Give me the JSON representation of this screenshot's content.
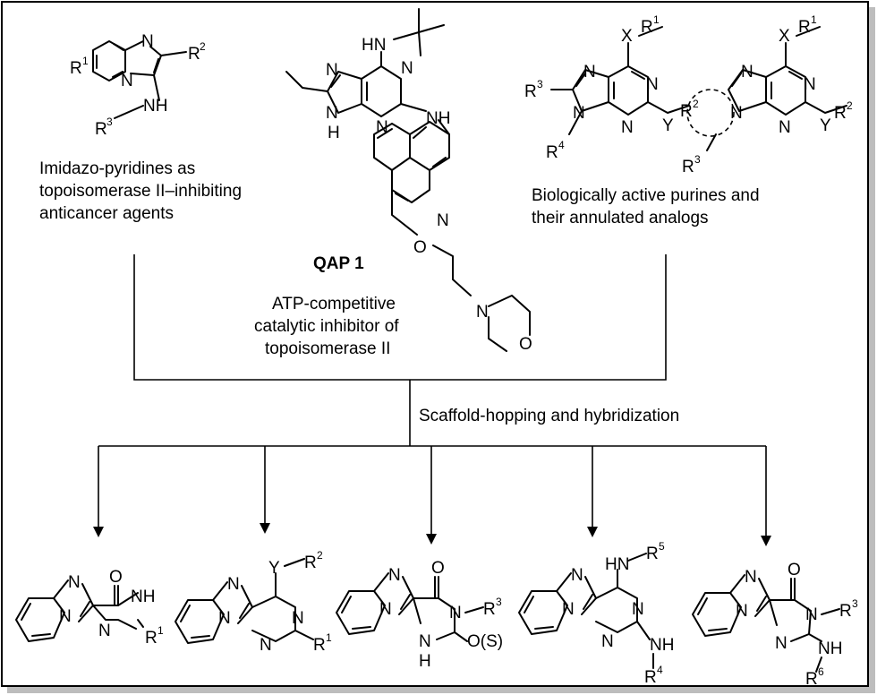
{
  "captions": {
    "imidazo": [
      "Imidazo-pyridines as",
      "topoisomerase II–inhibiting",
      "anticancer agents"
    ],
    "qap_name": "QAP 1",
    "qap_desc": [
      "ATP-competitive",
      "catalytic inhibitor of",
      "topoisomerase II"
    ],
    "purines": [
      "Biologically active purines and",
      "their annulated analogs"
    ],
    "scaffold": "Scaffold-hopping and hybridization"
  },
  "labels": {
    "N": "N",
    "NH": "NH",
    "H": "H",
    "HN": "HN",
    "O": "O",
    "X": "X",
    "Y": "Y",
    "R": "R",
    "O_S": "O(S)",
    "s1": "1",
    "s2": "2",
    "s3": "3",
    "s4": "4",
    "s5": "5",
    "s6": "6"
  }
}
